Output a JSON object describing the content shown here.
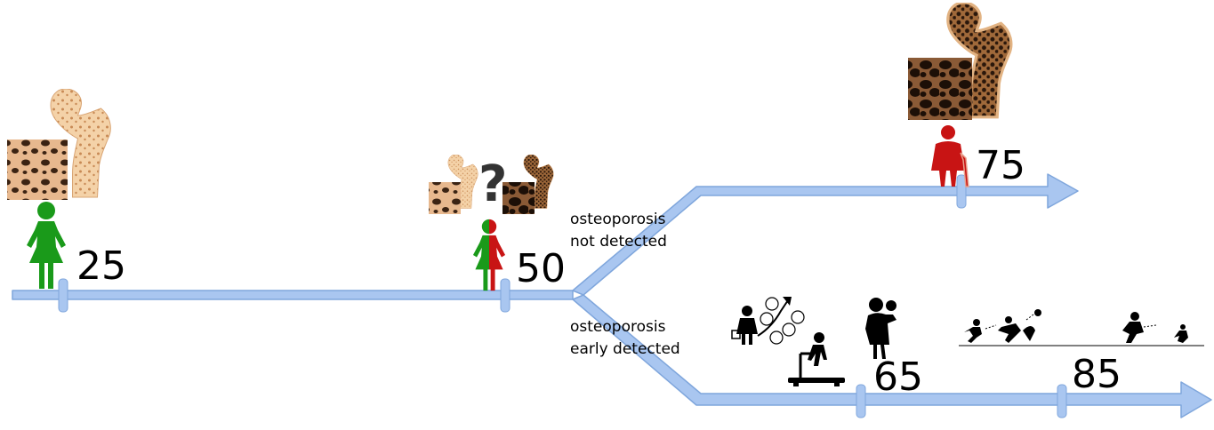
{
  "colors": {
    "timeline_fill": "#a9c6f0",
    "timeline_stroke": "#7fa6dc",
    "healthy": "#1a9a1a",
    "osteoporotic": "#c81414",
    "bone_light": "#f2c89a",
    "bone_dark": "#3b2313"
  },
  "milestones": {
    "age_25": "25",
    "age_50": "50",
    "age_75": "75",
    "age_65": "65",
    "age_85": "85"
  },
  "branches": {
    "upper": {
      "line1": "osteoporosis",
      "line2": "not detected"
    },
    "lower": {
      "line1": "osteoporosis",
      "line2": "early detected"
    }
  },
  "icons": {
    "healthy_woman": "woman-icon",
    "uncertain_woman": "half-healthy-half-ill-woman-icon",
    "elderly_woman": "elderly-woman-with-cane-icon",
    "question": "question-mark-icon",
    "treadmill": "treadmill-icon",
    "nutrition": "healthy-lifestyle-icon",
    "grandmother": "grandmother-with-child-icon",
    "active_seniors": "active-seniors-icon"
  }
}
